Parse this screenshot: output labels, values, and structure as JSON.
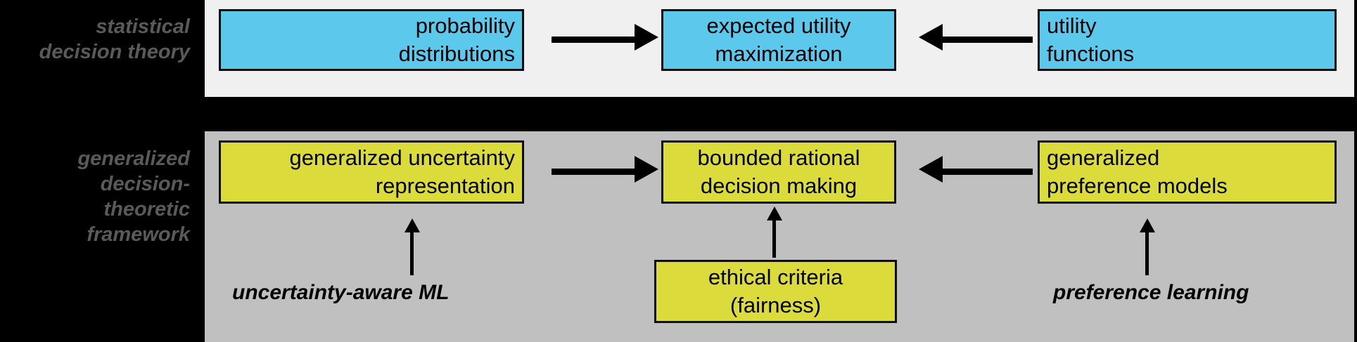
{
  "figure": {
    "background_color": "#000000",
    "rows": [
      {
        "id": "statistical-decision-theory",
        "label_line1": "statistical",
        "label_line2": "decision theory",
        "band_color": "#f0f0f0",
        "node_color": "#5bc8ec"
      },
      {
        "id": "generalized-decision-theoretic-framework",
        "label_line1": "generalized",
        "label_line2": "decision-",
        "label_line3": "theoretic",
        "label_line4": "framework",
        "band_color": "#c0c0c0",
        "node_color": "#dbdb3c"
      }
    ]
  },
  "top_row": {
    "probability_distributions": {
      "line1": "probability",
      "line2": "distributions"
    },
    "expected_utility_maximization": {
      "line1": "expected utility",
      "line2": "maximization"
    },
    "utility_functions": {
      "line1": "utility",
      "line2": "functions"
    }
  },
  "bottom_row": {
    "generalized_uncertainty_representation": {
      "line1": "generalized uncertainty",
      "line2": "representation"
    },
    "bounded_rational_decision_making": {
      "line1": "bounded rational",
      "line2": "decision making"
    },
    "generalized_preference_models": {
      "line1": "generalized",
      "line2": "preference models"
    },
    "ethical_criteria": {
      "line1": "ethical criteria",
      "line2": "(fairness)"
    }
  },
  "captions": {
    "uncertainty_aware_ml": "uncertainty-aware  ML",
    "preference_learning": "preference learning"
  },
  "arrows": [
    {
      "name": "prob-to-eum",
      "direction": "right",
      "style": "thick-horizontal"
    },
    {
      "name": "utility-to-eum",
      "direction": "left",
      "style": "thick-horizontal"
    },
    {
      "name": "gur-to-brdm",
      "direction": "right",
      "style": "thick-horizontal"
    },
    {
      "name": "gpm-to-brdm",
      "direction": "left",
      "style": "thick-horizontal"
    },
    {
      "name": "ml-to-gur",
      "direction": "up",
      "style": "thin-vertical"
    },
    {
      "name": "ethical-to-brdm",
      "direction": "up",
      "style": "thin-vertical"
    },
    {
      "name": "preflearning-to-gpm",
      "direction": "up",
      "style": "thin-vertical"
    }
  ]
}
